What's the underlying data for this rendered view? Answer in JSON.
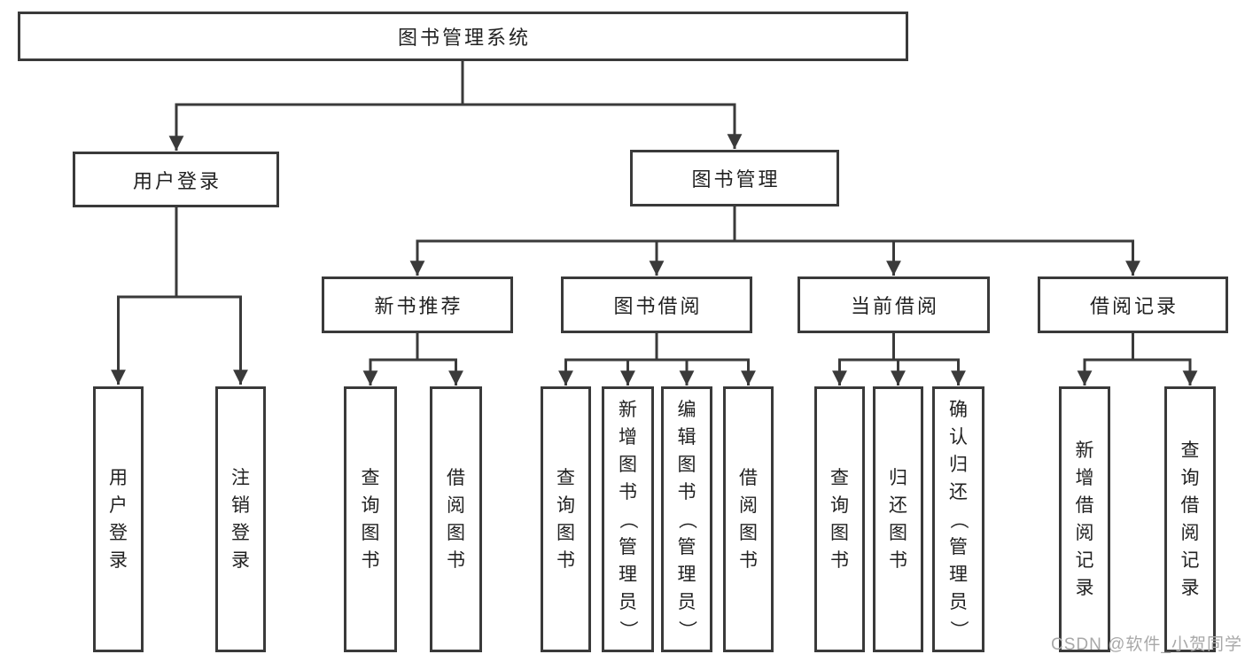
{
  "tree": {
    "label": "图书管理系统",
    "children": [
      {
        "label": "用户登录",
        "children": [
          {
            "label": "用户登录"
          },
          {
            "label": "注销登录"
          }
        ]
      },
      {
        "label": "图书管理",
        "children": [
          {
            "label": "新书推荐",
            "children": [
              {
                "label": "查询图书"
              },
              {
                "label": "借阅图书"
              }
            ]
          },
          {
            "label": "图书借阅",
            "children": [
              {
                "label": "查询图书"
              },
              {
                "label": "新增图书（管理员）"
              },
              {
                "label": "编辑图书（管理员）"
              },
              {
                "label": "借阅图书"
              }
            ]
          },
          {
            "label": "当前借阅",
            "children": [
              {
                "label": "查询图书"
              },
              {
                "label": "归还图书"
              },
              {
                "label": "确认归还（管理员）"
              }
            ]
          },
          {
            "label": "借阅记录",
            "children": [
              {
                "label": "新增借阅记录"
              },
              {
                "label": "查询借阅记录"
              }
            ]
          }
        ]
      }
    ]
  },
  "watermark": {
    "text": "CSDN @软件_小贺同学"
  },
  "colors": {
    "line": "#3a3a3a",
    "border": "#3a3a3a",
    "fill": "#ffffff",
    "text": "#222222",
    "watermark": "#a8a8a8",
    "background": "#ffffff"
  }
}
